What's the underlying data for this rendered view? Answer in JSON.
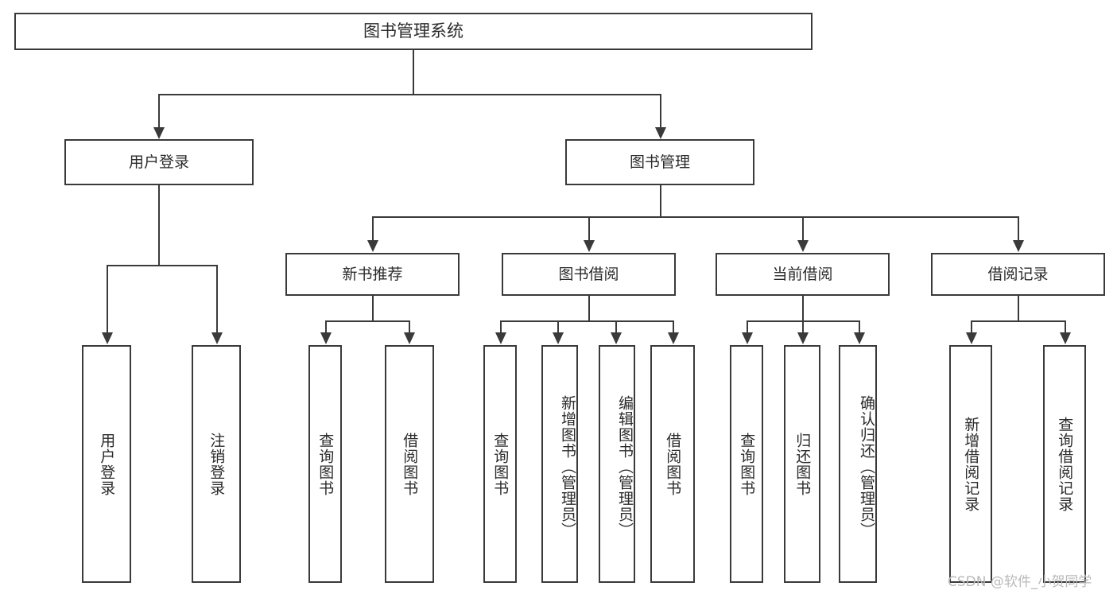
{
  "diagram": {
    "title": "图书管理系统",
    "type": "tree-hierarchy",
    "watermark": "CSDN @软件_小贺同学",
    "colors": {
      "stroke": "#3a3a3a",
      "fill": "#ffffff",
      "text": "#2b2b2b",
      "watermark": "#b9b9b9"
    }
  },
  "nodes": {
    "root": {
      "label": "图书管理系统"
    },
    "level1": [
      {
        "label": "用户登录"
      },
      {
        "label": "图书管理"
      }
    ],
    "level2": [
      {
        "label": "新书推荐"
      },
      {
        "label": "图书借阅"
      },
      {
        "label": "当前借阅"
      },
      {
        "label": "借阅记录"
      }
    ],
    "leaves": {
      "user_login": [
        {
          "label": "用户登录"
        },
        {
          "label": "注销登录"
        }
      ],
      "new_book_recommend": [
        {
          "label": "查询图书"
        },
        {
          "label": "借阅图书"
        }
      ],
      "book_borrow": [
        {
          "label": "查询图书"
        },
        {
          "label": "新增图书（管理员）"
        },
        {
          "label": "编辑图书（管理员）"
        },
        {
          "label": "借阅图书"
        }
      ],
      "current_borrow": [
        {
          "label": "查询图书"
        },
        {
          "label": "归还图书"
        },
        {
          "label": "确认归还（管理员）"
        }
      ],
      "borrow_record": [
        {
          "label": "新增借阅记录"
        },
        {
          "label": "查询借阅记录"
        }
      ]
    }
  }
}
